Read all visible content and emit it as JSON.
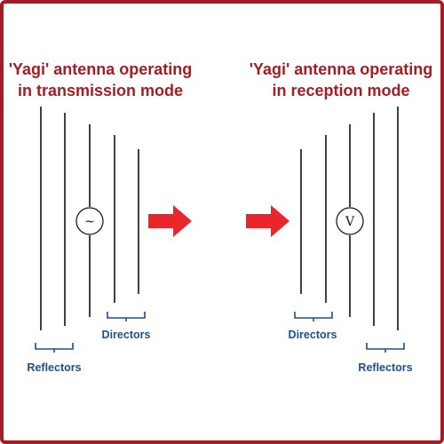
{
  "colors": {
    "border": "#a61c24",
    "title": "#a31e24",
    "label": "#1f4e8c",
    "arrow": "#e8262b",
    "element": "#111111"
  },
  "left_panel": {
    "title_line1": "'Yagi' antenna operating",
    "title_line2": "in transmission mode",
    "source_symbol": "~",
    "source_icon": "ac-source-icon",
    "reflectors_label": "Reflectors",
    "directors_label": "Directors"
  },
  "right_panel": {
    "title_line1": "'Yagi' antenna operating",
    "title_line2": "in reception mode",
    "meter_symbol": "V",
    "meter_icon": "voltmeter-icon",
    "directors_label": "Directors",
    "reflectors_label": "Reflectors"
  },
  "arrows": [
    "arrow-right-icon",
    "arrow-right-icon"
  ]
}
